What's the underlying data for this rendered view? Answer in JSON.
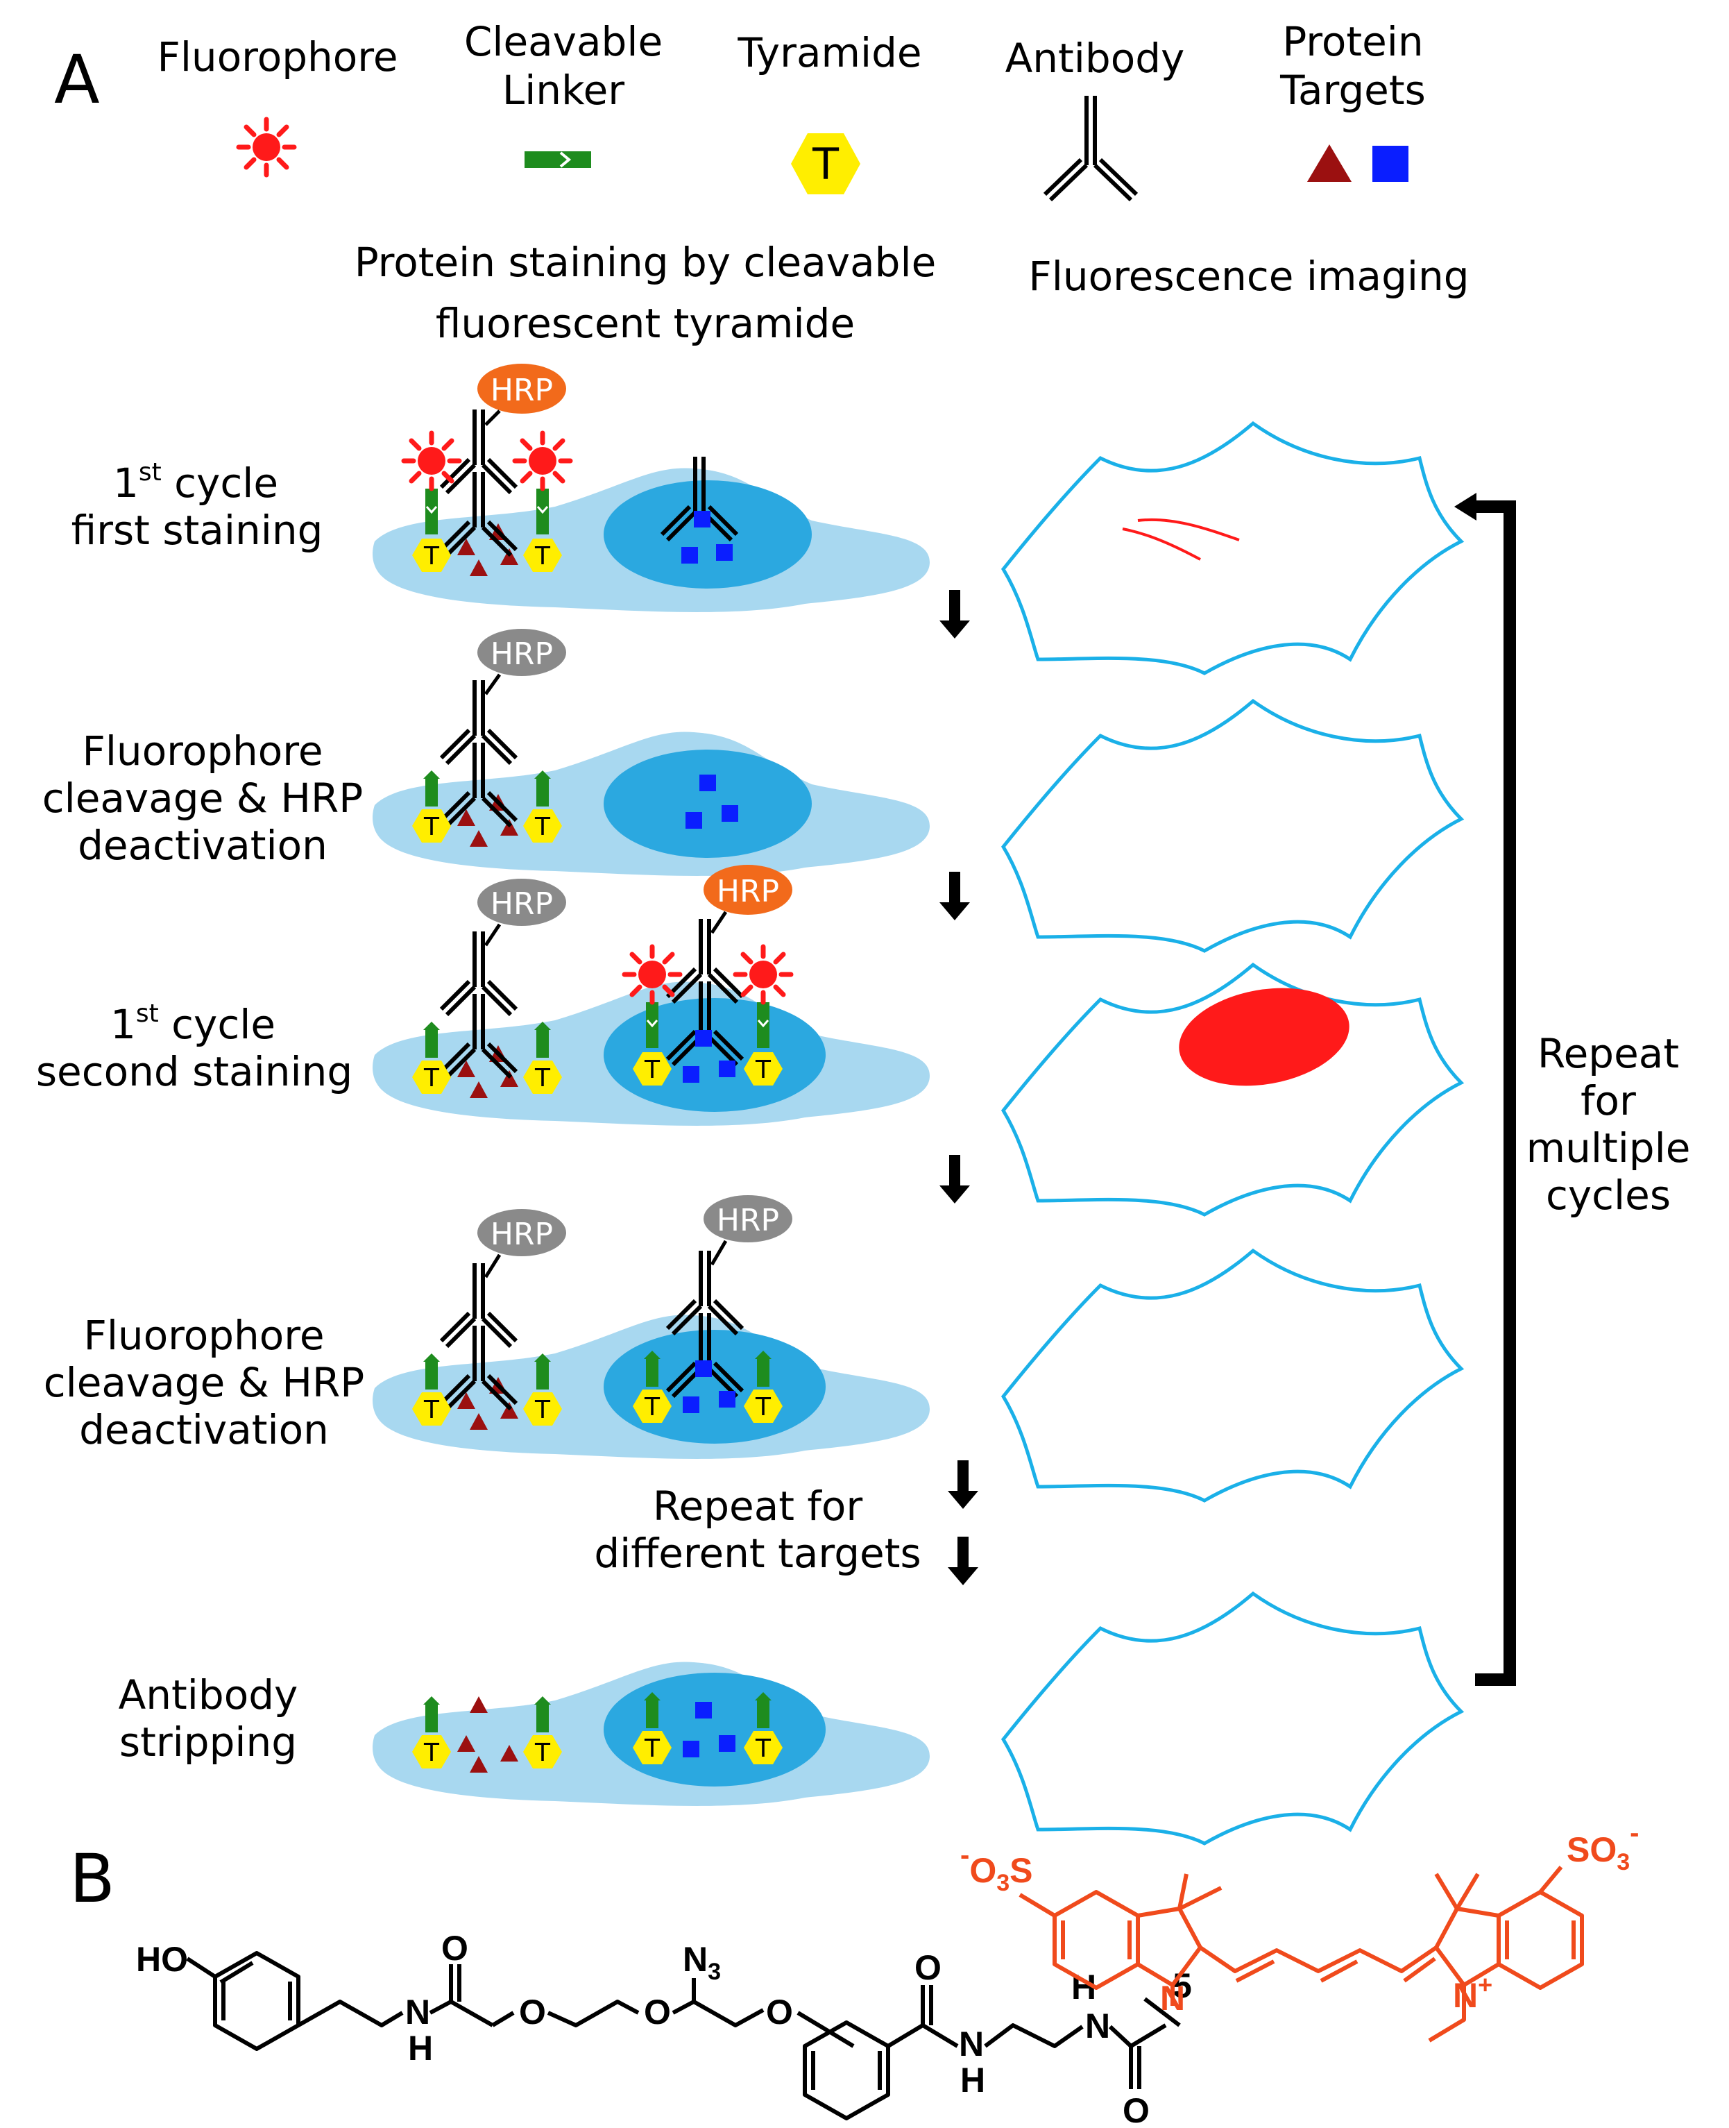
{
  "panel_a": {
    "label": "A",
    "legend": {
      "fluorophore": "Fluorophore",
      "linker_line1": "Cleavable",
      "linker_line2": "Linker",
      "tyramide": "Tyramide",
      "tyramide_symbol": "T",
      "antibody": "Antibody",
      "targets_line1": "Protein",
      "targets_line2": "Targets"
    },
    "col_headers": {
      "staining_line1": "Protein staining by cleavable",
      "staining_line2": "fluorescent tyramide",
      "imaging": "Fluorescence imaging"
    },
    "steps": [
      {
        "line1": "1",
        "sup": "st",
        "line1b": " cycle",
        "line2": "first staining"
      },
      {
        "line1": "Fluorophore",
        "line2": "cleavage & HRP",
        "line3": "deactivation"
      },
      {
        "line1": "1",
        "sup": "st",
        "line1b": " cycle",
        "line2": "second staining"
      },
      {
        "line1": "Fluorophore",
        "line2": "cleavage & HRP",
        "line3": "deactivation"
      },
      {
        "line1": "Antibody",
        "line2": "stripping"
      }
    ],
    "hrp": "HRP",
    "repeat_targets_line1": "Repeat for",
    "repeat_targets_line2": "different targets",
    "repeat_cycles": [
      "Repeat",
      "for",
      "multiple",
      "cycles"
    ],
    "colors": {
      "fluorophore": "#ff1a1a",
      "linker": "#1e8c1e",
      "tyramide": "#ffee00",
      "hrp_active": "#f26a1b",
      "hrp_inactive": "#8a8a8a",
      "cell": "#a8d8f0",
      "nucleus": "#2ba8e0",
      "target_triangle": "#9b1010",
      "target_square": "#0a1eff",
      "cell_outline": "#1ab0e8"
    }
  },
  "panel_b": {
    "label": "B",
    "atoms": {
      "ho": "HO",
      "n": "N",
      "h": "H",
      "o": "O",
      "n3": "N",
      "n3_sub": "3",
      "so3": "SO",
      "so3_sub": "3",
      "o3s": "O",
      "o3s_sub": "3",
      "s": "S",
      "neg": "-",
      "plus": "+",
      "five": "5"
    }
  }
}
